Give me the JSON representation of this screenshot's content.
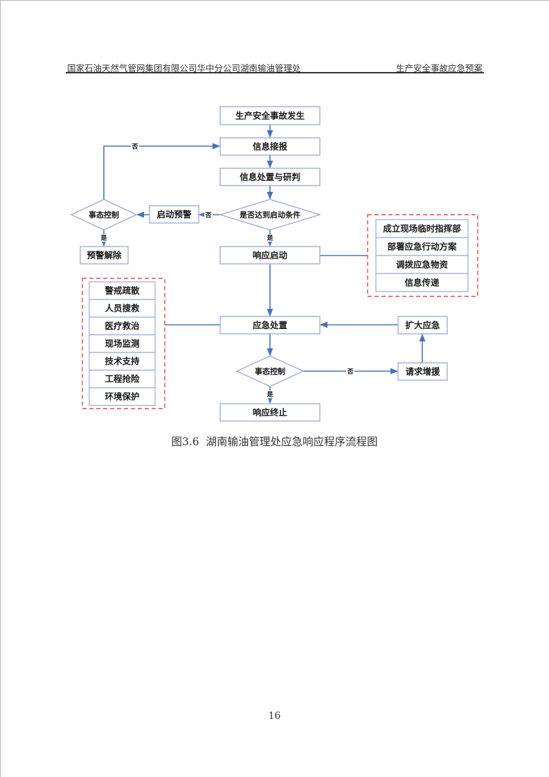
{
  "header": {
    "organization": "国家石油天然气管网集团有限公司华中分公司湖南输油管理处",
    "document_title": "生产安全事故应急预案"
  },
  "flowchart": {
    "colors": {
      "box_border": "#9aa6d8",
      "connector": "#4a72b8",
      "dashed_group": "#e0484b"
    },
    "nodes": {
      "accident": "生产安全事故发生",
      "report": "信息接报",
      "analysis": "信息处置与研判",
      "decision_start": "是否达到启动条件",
      "warning": "启动预警",
      "control_left": "事态控制",
      "warning_lift": "预警解除",
      "response_start": "响应启动",
      "emergency_handling": "应急处置",
      "control_bottom": "事态控制",
      "expand": "扩大应急",
      "request_support": "请求增援",
      "response_end": "响应终止"
    },
    "edge_labels": {
      "no": "否",
      "yes": "是"
    },
    "right_group": [
      "成立现场临时指挥部",
      "部署应急行动方案",
      "调拨应急物资",
      "信息传递"
    ],
    "left_group": [
      "警戒疏散",
      "人员搜救",
      "医疗救治",
      "现场监测",
      "技术支持",
      "工程抢险",
      "环境保护"
    ]
  },
  "caption": "图3.6  湖南输油管理处应急响应程序流程图",
  "page_number": "16"
}
